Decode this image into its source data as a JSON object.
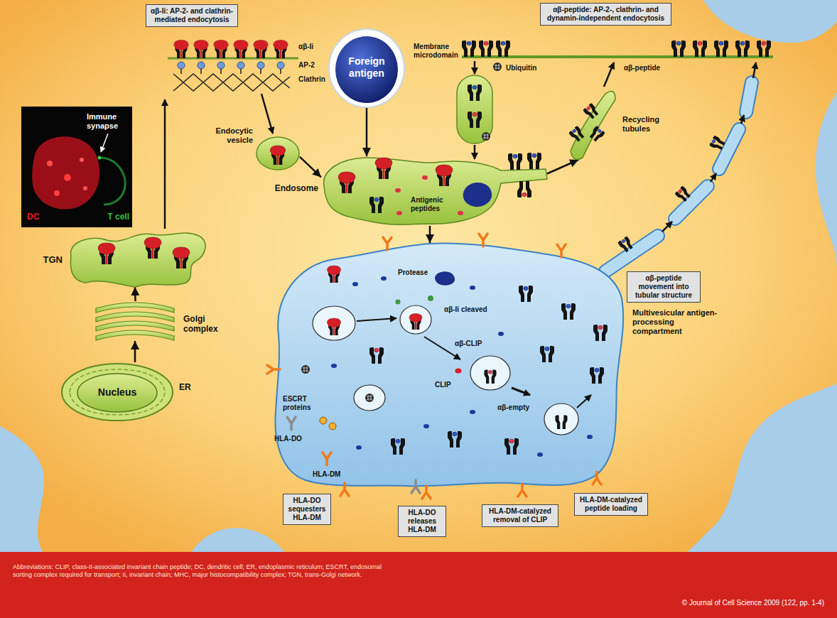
{
  "diagram": {
    "nodes": [
      {
        "text": [
          "αβ-Ii: AP-2- and clathrin-mediated endocytosis"
        ]
      },
      {
        "text": [
          "Foreign antigen"
        ]
      },
      {
        "text": [
          "αβ-peptide: AP-2-, clathrin- and dynamin-independent endocytosis"
        ]
      },
      {
        "text": [
          "Immune synapse",
          "DC",
          "T cell"
        ]
      },
      {
        "text": [
          "Recycling tubules"
        ]
      },
      {
        "text": [
          "Endocytic vesicle"
        ]
      },
      {
        "text": [
          "Endosome"
        ]
      },
      {
        "text": [
          "TGN"
        ]
      },
      {
        "text": [
          "Multivesicular antigen-processing compartment"
        ]
      },
      {
        "text": [
          "αβ-peptide movement into tubular structure"
        ]
      },
      {
        "text": [
          "Golgi complex"
        ]
      },
      {
        "text": [
          "Nucleus"
        ]
      },
      {
        "text": [
          "HLA-DO sequesters HLA-DM"
        ]
      },
      {
        "text": [
          "HLA-DO releases HLA-DM"
        ]
      },
      {
        "text": [
          "HLA-DM-catalyzed removal of CLIP"
        ]
      },
      {
        "text": [
          "HLA-DM-catalyzed peptide loading"
        ]
      },
      {
        "text": [
          "Abbreviations: CLIP, class-II-associated invariant chain peptide; DC, dendritic cell; ER, endoplasmic reticulum; ESCRT, endosomal sorting complex required for transport; Ii, invariant chain; MHC, major histocompatibility complex; TGN, trans-Golgi network.",
          "© Journal of Cell Science 2009 (122, pp. 1-4)"
        ]
      }
    ],
    "edges": [
      {
        "from": 11,
        "to": 10,
        "arrow": "to"
      },
      {
        "from": 10,
        "to": 7,
        "arrow": "to"
      },
      {
        "from": 5,
        "to": 6,
        "arrow": "to"
      },
      {
        "from": 1,
        "to": 6,
        "arrow": "to"
      },
      {
        "from": 6,
        "to": 8,
        "arrow": "to"
      },
      {
        "from": 6,
        "to": 4,
        "arrow": "to"
      }
    ],
    "labels": [
      "αβ-Ii",
      "AP-2",
      "Clathrin",
      "Membrane microdomain",
      "Ubiquitin",
      "αβ-peptide",
      "Antigenic peptides",
      "ER",
      "Protease",
      "αβ-Ii cleaved",
      "αβ-CLIP",
      "CLIP",
      "αβ-empty",
      "ESCRT proteins",
      "HLA-DO",
      "HLA-DM"
    ]
  }
}
